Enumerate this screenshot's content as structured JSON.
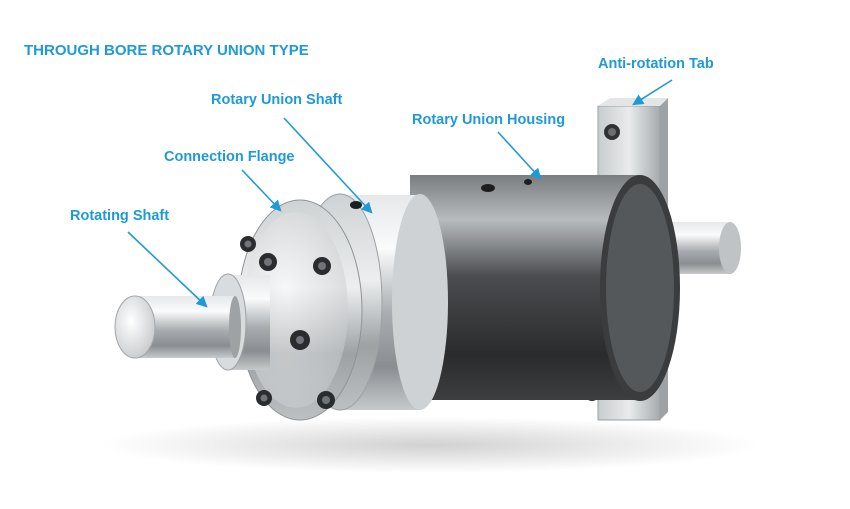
{
  "title": "THROUGH BORE ROTARY UNION TYPE",
  "accent_color": "#1f9ad6",
  "labels": {
    "anti_rotation_tab": "Anti-rotation Tab",
    "rotary_union_shaft": "Rotary Union Shaft",
    "rotary_union_housing": "Rotary Union Housing",
    "connection_flange": "Connection Flange",
    "rotating_shaft": "Rotating Shaft"
  },
  "icons": [
    "callout-arrow-icon"
  ]
}
